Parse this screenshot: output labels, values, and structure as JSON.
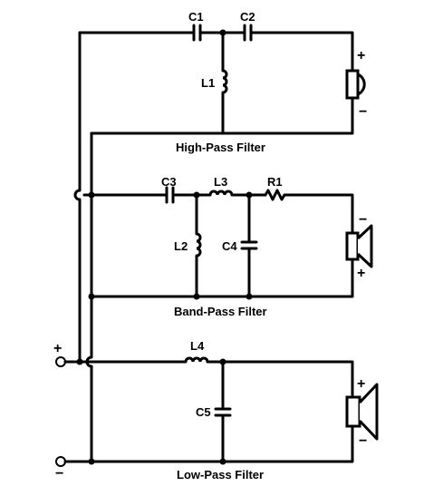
{
  "diagram": {
    "filters": {
      "high_pass": "High-Pass Filter",
      "band_pass": "Band-Pass Filter",
      "low_pass": "Low-Pass Filter"
    },
    "components": {
      "c1": "C1",
      "c2": "C2",
      "l1": "L1",
      "c3": "C3",
      "l3": "L3",
      "r1": "R1",
      "l2": "L2",
      "c4": "C4",
      "l4": "L4",
      "c5": "C5"
    },
    "input": {
      "plus": "+",
      "minus": "−"
    },
    "speakers": {
      "tweeter": {
        "top": "+",
        "bottom": "−"
      },
      "midrange": {
        "top": "−",
        "bottom": "+"
      },
      "woofer": {
        "top": "+",
        "bottom": "−"
      }
    }
  }
}
